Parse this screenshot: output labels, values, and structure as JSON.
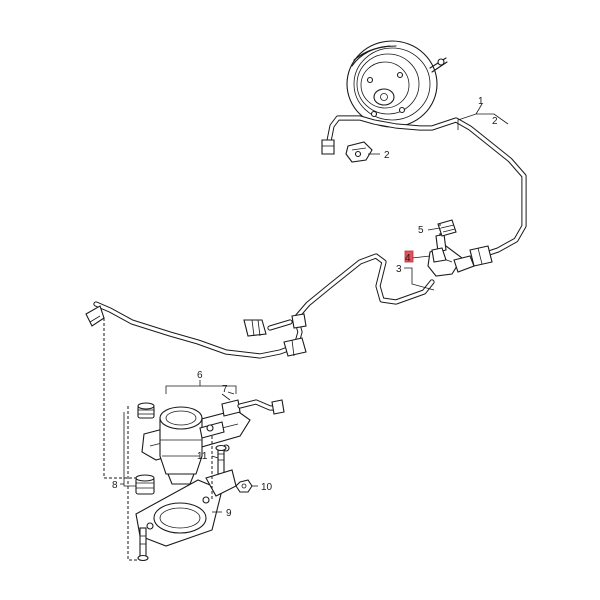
{
  "diagram": {
    "callouts": [
      {
        "id": "c1",
        "text": "1"
      },
      {
        "id": "c2a",
        "text": "2"
      },
      {
        "id": "c2b",
        "text": "2"
      },
      {
        "id": "c3",
        "text": "3"
      },
      {
        "id": "c4",
        "text": "4",
        "highlighted": true
      },
      {
        "id": "c5",
        "text": "5"
      },
      {
        "id": "c6",
        "text": "6"
      },
      {
        "id": "c7",
        "text": "7"
      },
      {
        "id": "c8",
        "text": "8"
      },
      {
        "id": "c9",
        "text": "9"
      },
      {
        "id": "c10",
        "text": "10"
      },
      {
        "id": "c11",
        "text": "11"
      }
    ],
    "colors": {
      "line": "#1a1a1a",
      "background": "#ffffff",
      "highlight": "#e4525b"
    }
  }
}
